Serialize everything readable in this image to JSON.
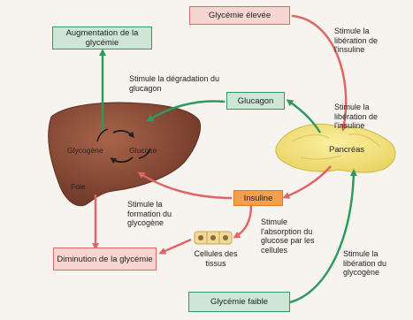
{
  "boxes": {
    "augmentation": "Augmentation de la glycémie",
    "glycemie_elevee": "Glycémie élevée",
    "glucagon": "Glucagon",
    "insuline": "Insuline",
    "diminution": "Diminution de la glycémie",
    "glycemie_faible": "Glycémie faible"
  },
  "labels": {
    "degradation": "Stimule la dégradation du glucagon",
    "liberation_insuline": "Stimule la libération de l'insuline",
    "formation": "Stimule la formation du glycogène",
    "absorption": "Stimule l'absorption du glucose par les cellules",
    "liberation_glycogene": "Stimule la libération du glycogène",
    "cellules": "Cellules des tissus"
  },
  "organs": {
    "glycogene": "Glycogène",
    "glucose": "Glucose",
    "foie": "Foie",
    "pancreas": "Pancréas"
  },
  "colors": {
    "green": "#2d9a5e",
    "red": "#e06666",
    "orange": "#f2a04e",
    "liver": "#8a4a36",
    "pancreas": "#f3e27a"
  }
}
